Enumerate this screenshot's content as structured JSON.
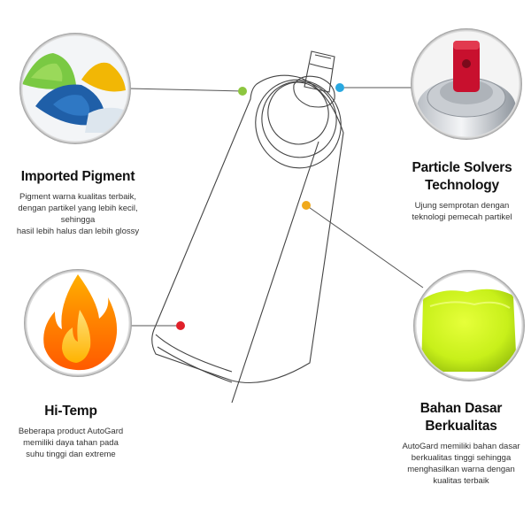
{
  "features": {
    "pigment": {
      "title": "Imported Pigment",
      "desc": "Pigment warna kualitas terbaik,\ndengan partikel yang lebih kecil, sehingga\nhasil lebih halus dan lebih glossy",
      "dot_color": "#8dc63f",
      "icon": "pigment-powder-icon"
    },
    "particle": {
      "title": "Particle Solvers\nTechnology",
      "desc": "Ujung semprotan dengan\nteknologi pemecah partikel",
      "dot_color": "#29a8e0",
      "icon": "spray-nozzle-icon"
    },
    "hitemp": {
      "title": "Hi-Temp",
      "desc": "Beberapa product AutoGard\nmemiliki daya tahan pada\nsuhu tinggi dan extreme",
      "dot_color": "#e0202a",
      "icon": "flame-icon"
    },
    "bahan": {
      "title": "Bahan Dasar\nBerkualitas",
      "desc": "AutoGard memiliki bahan dasar\nberkualitas tinggi sehingga\nmenghasilkan warna dengan\nkualitas terbaik",
      "dot_color": "#f0a91c",
      "icon": "paint-sample-icon"
    }
  }
}
